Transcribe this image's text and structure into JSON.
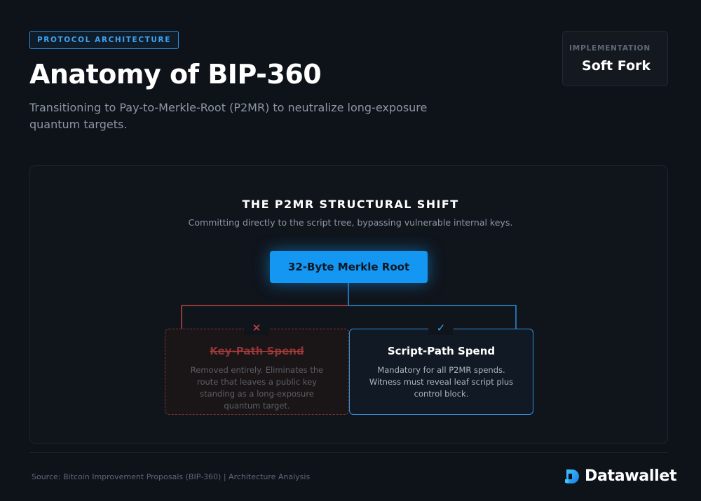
{
  "header": {
    "tag": "PROTOCOL ARCHITECTURE",
    "title": "Anatomy of BIP-360",
    "subtitle": "Transitioning to Pay-to-Merkle-Root (P2MR) to neutralize long-exposure quantum targets."
  },
  "implementation": {
    "label": "IMPLEMENTATION",
    "value": "Soft Fork"
  },
  "diagram": {
    "title": "THE P2MR STRUCTURAL SHIFT",
    "subtitle": "Committing directly to the script tree, bypassing vulnerable internal keys.",
    "root": "32-Byte Merkle Root",
    "left_branch": {
      "title": "Key-Path Spend",
      "description": "Removed entirely. Eliminates the route that leaves a public key standing as a long-exposure quantum target.",
      "status_icon": "x-mark-icon",
      "status_glyph": "✕",
      "color": "#d84848"
    },
    "right_branch": {
      "title": "Script-Path Spend",
      "description": "Mandatory for all P2MR spends. Witness must reveal leaf script plus control block.",
      "status_icon": "check-icon",
      "status_glyph": "✓",
      "color": "#3ea2f0"
    }
  },
  "footer": {
    "source": "Source: Bitcoin Improvement Proposals (BIP-360) | Architecture Analysis",
    "brand": "Datawallet",
    "brand_icon": "datawallet-logo-icon"
  },
  "colors": {
    "accent": "#1497f2",
    "background": "#0e1219",
    "danger": "#d84848"
  }
}
